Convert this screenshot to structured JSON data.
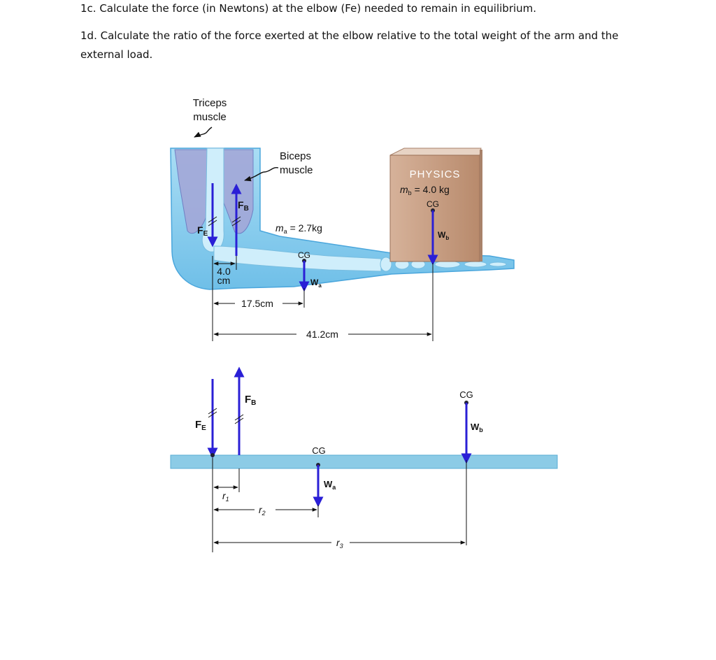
{
  "questions": {
    "q1c": "1c. Calculate the force (in Newtons) at the elbow (Fe) needed to remain in equilibrium.",
    "q1d": "1d. Calculate the ratio of the force exerted at the elbow relative to the total weight of the arm and the external load."
  },
  "arm_diagram": {
    "triceps_label": [
      "Triceps",
      "muscle"
    ],
    "biceps_label": [
      "Biceps",
      "muscle"
    ],
    "force_elbow": "F",
    "force_elbow_sub": "E",
    "force_biceps": "F",
    "force_biceps_sub": "B",
    "arm_mass_label": "m",
    "arm_mass_sub": "a",
    "arm_mass_value": " = 2.7kg",
    "arm_cg": "CG",
    "arm_weight": "W",
    "arm_weight_sub": "a",
    "book_title": "PHYSICS",
    "book_mass_label": "m",
    "book_mass_sub": "b",
    "book_mass_value": " = 4.0 kg",
    "book_cg": "CG",
    "book_weight": "W",
    "book_weight_sub": "b",
    "dist_1_value": "4.0",
    "dist_1_unit": "cm",
    "dist_2": "17.5cm",
    "dist_3": "41.2cm"
  },
  "free_body_diagram": {
    "force_elbow": "F",
    "force_elbow_sub": "E",
    "force_biceps": "F",
    "force_biceps_sub": "B",
    "arm_cg": "CG",
    "arm_weight": "W",
    "arm_weight_sub": "a",
    "book_cg": "CG",
    "book_weight": "W",
    "book_weight_sub": "b",
    "r1": "r",
    "r1_sub": "1",
    "r2": "r",
    "r2_sub": "2",
    "r3": "r",
    "r3_sub": "3"
  },
  "colors": {
    "arm_fill": "#8fd0ee",
    "arm_edge": "#4aa6dc",
    "force_arrow": "#2a1fd6",
    "book": "#c49a7e",
    "beam": "#8ccbe6"
  }
}
